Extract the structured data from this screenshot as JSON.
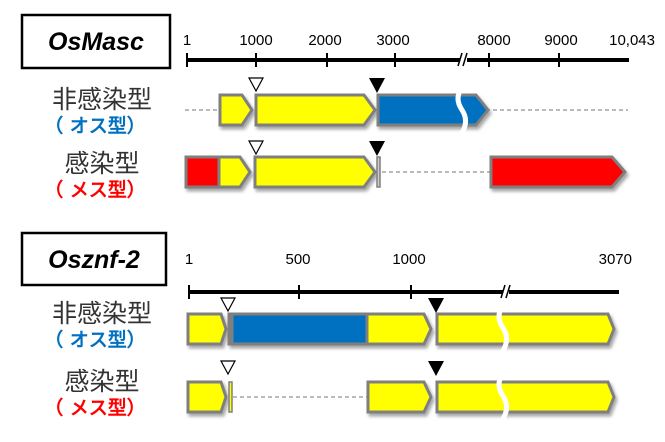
{
  "colors": {
    "yellow": "#ffff00",
    "blue": "#0070c0",
    "red": "#ff0000",
    "male": "#0070c0",
    "female": "#ff0000"
  },
  "panels": [
    {
      "gene": "OsMasc",
      "ticks": [
        "1",
        "1000",
        "2000",
        "3000",
        "8000",
        "9000",
        "10,043"
      ],
      "rows": [
        {
          "label": "非感染型",
          "sub": "（ オス型）"
        },
        {
          "label": "感染型",
          "sub": "（ メス型）"
        }
      ]
    },
    {
      "gene": "Osznf-2",
      "ticks": [
        "1",
        "500",
        "1000",
        "3070"
      ],
      "rows": [
        {
          "label": "非感染型",
          "sub": "（ オス型）"
        },
        {
          "label": "感染型",
          "sub": "（ メス型）"
        }
      ]
    }
  ]
}
